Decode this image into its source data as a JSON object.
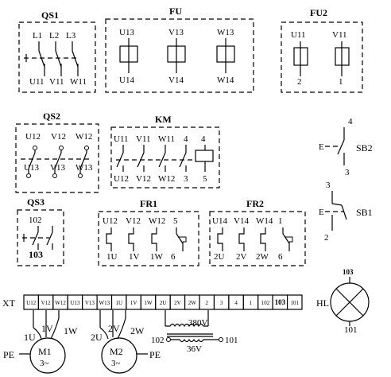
{
  "qs1": {
    "title": "QS1",
    "top": [
      "L1",
      "L2",
      "L3"
    ],
    "bottom": [
      "U11",
      "V11",
      "W11"
    ]
  },
  "fu": {
    "title": "FU",
    "top": [
      "U13",
      "V13",
      "W13"
    ],
    "bottom": [
      "U14",
      "V14",
      "W14"
    ]
  },
  "fu2": {
    "title": "FU2",
    "top": [
      "U11",
      "V11"
    ],
    "bottom": [
      "2",
      "1"
    ]
  },
  "qs2": {
    "title": "QS2",
    "top": [
      "U12",
      "V12",
      "W12"
    ],
    "bottom": [
      "U13",
      "V13",
      "W13"
    ]
  },
  "km": {
    "title": "KM",
    "top": [
      "U11",
      "V11",
      "W11",
      "4",
      "4"
    ],
    "bottom": [
      "U12",
      "V12",
      "W12",
      "3",
      "5"
    ]
  },
  "sb2": {
    "label": "SB2",
    "top": "4",
    "bottom": "3",
    "e": "E"
  },
  "sb1": {
    "label": "SB1",
    "top": "3",
    "bottom": "2",
    "e": "E"
  },
  "qs3": {
    "title": "QS3",
    "top": "102",
    "bottom": "103"
  },
  "fr1": {
    "title": "FR1",
    "top": [
      "U12",
      "V12",
      "W12",
      "5"
    ],
    "bottom": [
      "1U",
      "1V",
      "1W",
      "6"
    ]
  },
  "fr2": {
    "title": "FR2",
    "top": [
      "U14",
      "V14",
      "W14",
      "1"
    ],
    "bottom": [
      "2U",
      "2V",
      "2W",
      "6"
    ]
  },
  "hl": {
    "label": "HL",
    "top": "103",
    "bottom": "101"
  },
  "xt": {
    "label": "XT",
    "cells": [
      "U12",
      "V12",
      "W12",
      "U13",
      "V13",
      "W13",
      "1U",
      "1V",
      "1W",
      "2U",
      "2V",
      "2W",
      "2",
      "3",
      "4",
      "1",
      "102",
      "103",
      "101"
    ]
  },
  "m1": {
    "name": "M1",
    "phase": "3~",
    "terminals": [
      "1U",
      "1V",
      "1W"
    ],
    "pe": "PE"
  },
  "m2": {
    "name": "M2",
    "phase": "3~",
    "terminals": [
      "2U",
      "2V",
      "2W"
    ],
    "pe": "PE"
  },
  "transformer": {
    "primary": "380V",
    "secondary": "36V",
    "left": "102",
    "right": "101"
  }
}
